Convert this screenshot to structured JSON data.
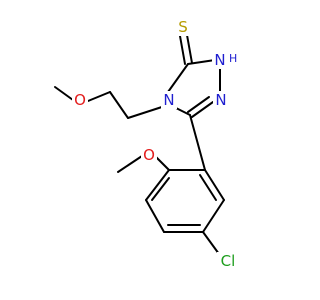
{
  "molecule": {
    "atoms": {
      "sulfur": {
        "symbol": "S",
        "color": "#b59b00"
      },
      "thioamide_n": {
        "symbol": "N",
        "color": "#1f1fd0"
      },
      "thioamide_h": {
        "symbol": "H",
        "color": "#1f1fd0"
      },
      "ring_n_right": {
        "symbol": "N",
        "color": "#1f1fd0"
      },
      "ring_n_left": {
        "symbol": "N",
        "color": "#1f1fd0"
      },
      "ether_o_top": {
        "symbol": "O",
        "color": "#e31c1c"
      },
      "ether_o_aryl": {
        "symbol": "O",
        "color": "#e31c1c"
      },
      "chlorine": {
        "symbol": "Cl",
        "color": "#1e9e1e"
      }
    }
  }
}
